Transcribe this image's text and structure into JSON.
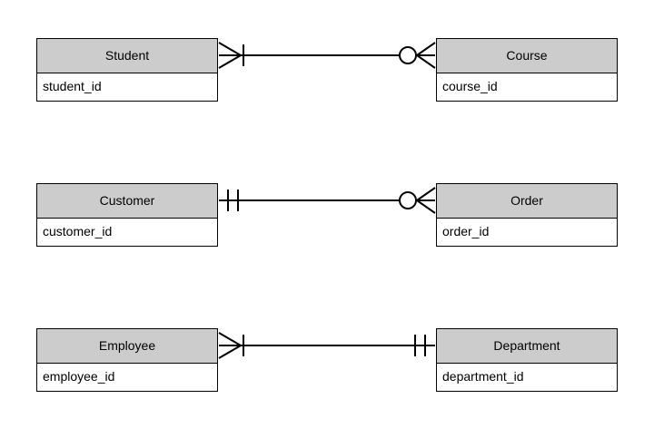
{
  "diagram": {
    "type": "entity-relationship-diagram",
    "notation": "crow's-foot",
    "background_color": "#ffffff",
    "entity_header_color": "#cccccc",
    "line_color": "#000000",
    "relationships": [
      {
        "left_entity": {
          "name": "Student",
          "attribute": "student_id"
        },
        "right_entity": {
          "name": "Course",
          "attribute": "course_id"
        },
        "left_cardinality": "one-or-many",
        "right_cardinality": "zero-or-many"
      },
      {
        "left_entity": {
          "name": "Customer",
          "attribute": "customer_id"
        },
        "right_entity": {
          "name": "Order",
          "attribute": "order_id"
        },
        "left_cardinality": "exactly-one",
        "right_cardinality": "zero-or-many"
      },
      {
        "left_entity": {
          "name": "Employee",
          "attribute": "employee_id"
        },
        "right_entity": {
          "name": "Department",
          "attribute": "department_id"
        },
        "left_cardinality": "one-or-many",
        "right_cardinality": "exactly-one"
      }
    ]
  }
}
